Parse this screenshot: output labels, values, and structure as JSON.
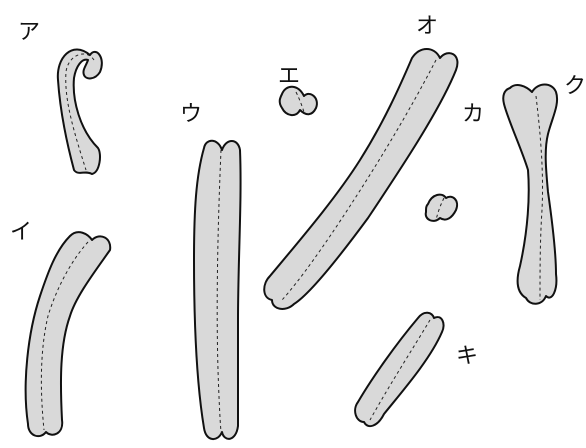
{
  "labels": {
    "a": "ア",
    "i": "イ",
    "u": "ウ",
    "e": "エ",
    "o": "オ",
    "ka": "カ",
    "ki": "キ",
    "ku": "ク"
  },
  "colors": {
    "fill": "#d9d9d9",
    "stroke": "#111111",
    "background": "#ffffff"
  }
}
